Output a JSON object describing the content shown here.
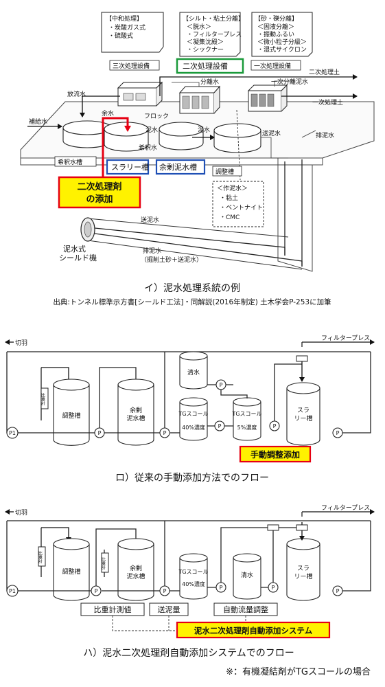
{
  "section1": {
    "box_neutral": {
      "title": "【中和処理】",
      "items": [
        "・炭酸ガス式",
        "・硫酸式"
      ]
    },
    "box_silt": {
      "title": "【シルト・粘土分離】",
      "items": [
        "＜脱水＞",
        "・フィルタープレス",
        "＜凝集沈殿＞",
        "・シックナー"
      ]
    },
    "box_sand": {
      "title": "【砂・礫分離】",
      "items": [
        "＜固液分離＞",
        "・振動ふるい",
        "＜微小粒子分級＞",
        "・湿式サイクロン"
      ]
    },
    "labels": {
      "tertiary": "三次処理設備",
      "secondary": "二次処理設備",
      "primary": "一次処理設備",
      "secondary_soil": "二次処理土",
      "primary_separated": "一次分離泥水",
      "primary_soil": "一次処理土",
      "discharge": "放流水",
      "separated": "分離水",
      "surplus": "余水",
      "floc": "フロック",
      "supply": "補給水",
      "mud1": "泥水",
      "mud2": "泥水",
      "dilution": "希釈水",
      "send": "送泥水",
      "drain": "排泥水",
      "dilution_tank": "希釈水槽",
      "slurry_tank": "スラリー槽",
      "surplus_tank": "余剰泥水槽",
      "adjust_tank": "調整槽",
      "agent_add_1": "二次処理剤",
      "agent_add_2": "の添加",
      "make_title": "＜作泥水＞",
      "make_items": [
        "・粘土",
        "・ベントナイト",
        "・CMC"
      ],
      "send_lower": "送泥水",
      "drain_lower": "排泥水",
      "drain_note": "（掘削土砂＋送泥水）",
      "shield_1": "泥水式",
      "shield_2": "シールド機"
    },
    "caption": "イ）泥水処理系統の例",
    "source": "出典:トンネル標準示方書[シールド工法]・同解説(2016年制定) 土木学会P-253に加筆"
  },
  "section2": {
    "kiriha": "切羽",
    "filter": "フィルタープレス",
    "meter": "比重計",
    "tank_adjust": "調整槽",
    "tank_surplus_1": "余剰",
    "tank_surplus_2": "泥水槽",
    "tank_water": "清水",
    "tank_tg40_1": "TGスコール",
    "tank_tg40_2": "40%濃度",
    "tank_tg5_1": "TGスコール",
    "tank_tg5_2": "5%濃度",
    "tank_slurry_1": "スラ",
    "tank_slurry_2": "リー槽",
    "p1": "P1",
    "p": "P",
    "manual": "手動調整添加",
    "caption": "ロ）従来の手動添加方法でのフロー"
  },
  "section3": {
    "kiriha": "切羽",
    "filter": "フィルタープレス",
    "meter": "比重計",
    "meter2": "比重計",
    "tank_adjust": "調整槽",
    "tank_surplus_1": "余剰",
    "tank_surplus_2": "泥水槽",
    "tank_tg40_1": "TGスコール",
    "tank_tg40_2": "40%濃度",
    "tank_water": "清水",
    "tank_slurry_1": "スラ",
    "tank_slurry_2": "リー槽",
    "p1": "P1",
    "p": "P",
    "label_meter": "比重計測値",
    "label_flow": "送泥量",
    "label_auto": "自動流量調整",
    "system": "泥水二次処理剤自動添加システム",
    "caption": "ハ）泥水二次処理剤自動添加システムでのフロー",
    "note": "※：有機凝結剤がTGスコールの場合"
  },
  "colors": {
    "red": "#e60012",
    "yellow": "#fff200",
    "green": "#1a9a3a",
    "blue": "#1f4fb5"
  }
}
